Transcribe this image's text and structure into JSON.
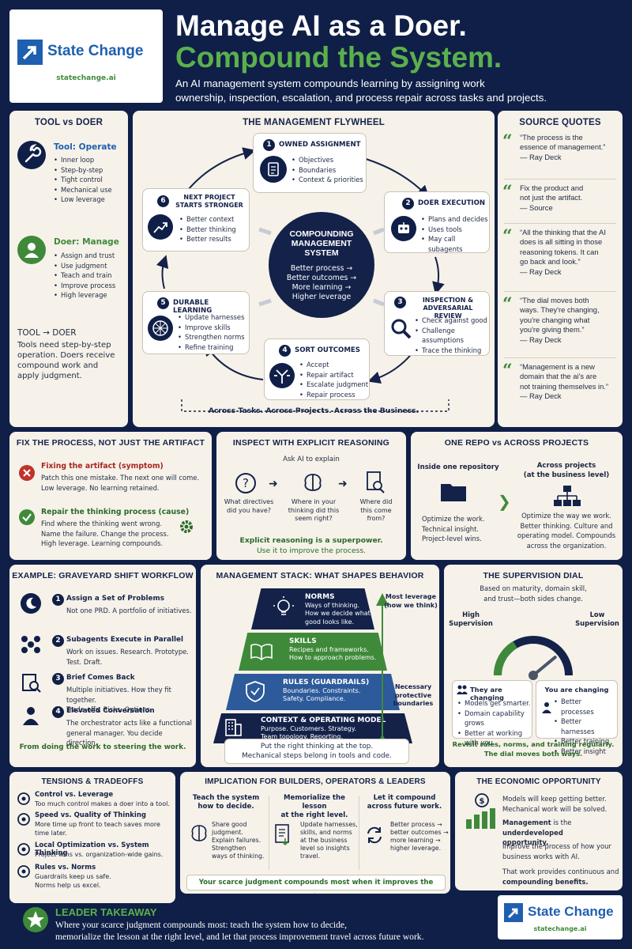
{
  "brand": {
    "name": "State Change",
    "url": "statechange.ai"
  },
  "header": {
    "title_line1": "Manage AI as a Doer.",
    "title_line2": "Compound the System.",
    "subtitle_line1": "An AI management system compounds learning by assigning work",
    "subtitle_line2": "ownership, inspection, escalation, and process repair across tasks and projects."
  },
  "tool_vs_doer": {
    "title": "TOOL vs DOER",
    "tool_heading": "Tool: Operate",
    "tool_items": [
      "Inner loop",
      "Step-by-step",
      "Tight control",
      "Mechanical use",
      "Low leverage"
    ],
    "doer_heading": "Doer: Manage",
    "doer_items": [
      "Assign and trust",
      "Use judgment",
      "Teach and train",
      "Improve process",
      "High leverage"
    ],
    "arrow_label": "TOOL → DOER",
    "summary": [
      "Tools need step-by-step",
      "operation. Doers receive",
      "compound work and",
      "apply judgment."
    ]
  },
  "flywheel": {
    "title": "THE MANAGEMENT FLYWHEEL",
    "center": {
      "title_lines": [
        "COMPOUNDING",
        "MANAGEMENT",
        "SYSTEM"
      ],
      "lines": [
        "Better process →",
        "Better outcomes →",
        "More learning →",
        "Higher leverage"
      ]
    },
    "steps": [
      {
        "num": "1",
        "title": "OWNED ASSIGNMENT",
        "items": [
          "Objectives",
          "Boundaries",
          "Context & priorities"
        ]
      },
      {
        "num": "2",
        "title": "DOER EXECUTION",
        "items": [
          "Plans and decides",
          "Uses tools",
          "May call subagents"
        ]
      },
      {
        "num": "3",
        "title_lines": [
          "INSPECTION &",
          "ADVERSARIAL REVIEW"
        ],
        "items": [
          "Check against good",
          "Challenge assumptions",
          "Trace the thinking"
        ]
      },
      {
        "num": "4",
        "title": "SORT OUTCOMES",
        "items": [
          "Accept",
          "Repair artifact",
          "Escalate judgment",
          "Repair process"
        ]
      },
      {
        "num": "5",
        "title": "DURABLE LEARNING",
        "items": [
          "Update harnesses",
          "Improve skills",
          "Strengthen norms",
          "Refine training"
        ]
      },
      {
        "num": "6",
        "title_lines": [
          "NEXT PROJECT",
          "STARTS STRONGER"
        ],
        "items": [
          "Better context",
          "Better thinking",
          "Better results"
        ]
      }
    ],
    "footer": "Across Tasks. Across Projects. Across the Business."
  },
  "source_quotes": {
    "title": "SOURCE QUOTES",
    "quotes": [
      {
        "lines": [
          "“The process is the",
          "essence of management.”",
          "— Ray Deck"
        ]
      },
      {
        "lines": [
          "Fix the product and",
          "not just the artifact.",
          "— Source"
        ]
      },
      {
        "lines": [
          "“All the thinking that the AI",
          "does is all sitting in those",
          "reasoning tokens. It can",
          "go back and look.”",
          "— Ray Deck"
        ]
      },
      {
        "lines": [
          "“The dial moves both",
          "ways. They're changing,",
          "you're changing what",
          "you're giving them.”",
          "— Ray Deck"
        ]
      },
      {
        "lines": [
          "“Management is a new",
          "domain that the ai's are",
          "not training themselves in.”",
          "— Ray Deck"
        ]
      }
    ]
  },
  "fix_process": {
    "title": "FIX THE PROCESS, NOT JUST THE ARTIFACT",
    "symptom_heading": "Fixing the artifact (symptom)",
    "symptom_lines": [
      "Patch this one mistake. The next one will come.",
      "Low leverage. No learning retained."
    ],
    "cause_heading": "Repair the thinking process (cause)",
    "cause_lines": [
      "Find where the thinking went wrong.",
      "Name the failure. Change the process.",
      "High leverage. Learning compounds."
    ]
  },
  "inspect": {
    "title": "INSPECT WITH EXPLICIT REASONING",
    "ask": "Ask AI to explain",
    "q1": [
      "What directives",
      "did you have?"
    ],
    "q2": [
      "Where in your",
      "thinking did this",
      "seem right?"
    ],
    "q3": [
      "Where did",
      "this come",
      "from?"
    ],
    "footer1": "Explicit reasoning is a superpower.",
    "footer2": "Use it to improve the process."
  },
  "repo": {
    "title": "ONE REPO vs ACROSS PROJECTS",
    "left_heading": "Inside one repository",
    "left_lines": [
      "Optimize the work.",
      "Technical insight.",
      "Project-level wins."
    ],
    "right_heading1": "Across projects",
    "right_heading2": "(at the business level)",
    "right_lines": [
      "Optimize the way we work.",
      "Better thinking. Culture and",
      "operating model. Compounds",
      "across the organization."
    ]
  },
  "graveyard": {
    "title": "EXAMPLE: GRAVEYARD SHIFT WORKFLOW",
    "steps": [
      {
        "num": "1",
        "heading": "Assign a Set of Problems",
        "lines": [
          "Not one PRD. A portfolio of initiatives."
        ]
      },
      {
        "num": "2",
        "heading": "Subagents Execute in Parallel",
        "lines": [
          "Work on issues. Research. Prototype.",
          "Test. Draft."
        ]
      },
      {
        "num": "3",
        "heading": "Brief Comes Back",
        "lines": [
          "Multiple initiatives. How they fit together.",
          "Trade-offs. Risks. Options."
        ]
      },
      {
        "num": "4",
        "heading": "Elevated Conversation",
        "lines": [
          "The orchestrator acts like a functional",
          "general manager. You decide direction."
        ]
      }
    ],
    "footer": "From doing the work to steering the work."
  },
  "stack": {
    "title": "MANAGEMENT STACK: WHAT SHAPES BEHAVIOR",
    "tiers": [
      {
        "heading": "NORMS",
        "lines": [
          "Ways of thinking.",
          "How we decide what",
          "good looks like."
        ]
      },
      {
        "heading": "SKILLS",
        "lines": [
          "Recipes and frameworks.",
          "How to approach problems."
        ]
      },
      {
        "heading": "RULES (GUARDRAILS)",
        "lines": [
          "Boundaries. Constraints.",
          "Safety. Compliance."
        ]
      },
      {
        "heading": "CONTEXT & OPERATING MODEL",
        "lines": [
          "Purpose. Customers. Strategy.",
          "Team topology. Reporting."
        ]
      }
    ],
    "top_label": [
      "Most leverage",
      "(how we think)"
    ],
    "bottom_label": [
      "Necessary",
      "protective",
      "boundaries"
    ],
    "footer1": "Put the right thinking at the top.",
    "footer2": "Mechanical steps belong in tools and code."
  },
  "dial": {
    "title": "THE SUPERVISION DIAL",
    "subtitle": [
      "Based on maturity, domain skill,",
      "and trust—both sides change."
    ],
    "high": [
      "High",
      "Supervision"
    ],
    "low": [
      "Low",
      "Supervision"
    ],
    "level": 0.78,
    "they_heading": "They are changing",
    "they_items": [
      "Models get smarter.",
      "Domain capability grows",
      "Better at working with you"
    ],
    "you_heading": "You are changing",
    "you_items": [
      "Better processes",
      "Better harnesses",
      "Better training",
      "Better insight"
    ],
    "footer1": "Revisit rules, norms, and training regularly.",
    "footer2": "The dial moves both ways."
  },
  "tensions": {
    "title": "TENSIONS & TRADEOFFS",
    "items": [
      {
        "heading": "Control vs. Leverage",
        "lines": [
          "Too much control makes a doer into a tool."
        ]
      },
      {
        "heading": "Speed vs. Quality of Thinking",
        "lines": [
          "More time up front to teach saves more",
          "time later."
        ]
      },
      {
        "heading": "Local Optimization vs. System Thinking",
        "lines": [
          "Project wins vs. organization-wide gains."
        ]
      },
      {
        "heading": "Rules vs. Norms",
        "lines": [
          "Guardrails keep us safe.",
          "Norms help us excel."
        ]
      }
    ]
  },
  "implication": {
    "title": "IMPLICATION FOR BUILDERS, OPERATORS & LEADERS",
    "cols": [
      {
        "heading": [
          "Teach the system",
          "how to decide."
        ],
        "lines": [
          "Share good",
          "judgment.",
          "Explain failures.",
          "Strengthen",
          "ways of thinking."
        ]
      },
      {
        "heading": [
          "Memorialize the lesson",
          "at the right level."
        ],
        "lines": [
          "Update harnesses,",
          "skills, and norms",
          "at the business",
          "level so insights",
          "travel."
        ]
      },
      {
        "heading": [
          "Let it compound",
          "across future work."
        ],
        "lines": [
          "Better process →",
          "better outcomes →",
          "more learning →",
          "higher leverage."
        ]
      }
    ],
    "footer": "Your scarce judgment compounds most when it improves the system."
  },
  "economic": {
    "title": "THE ECONOMIC OPPORTUNITY",
    "p1": [
      "Models will keep getting better.",
      "Mechanical work will be solved."
    ],
    "p2_bold": "Management",
    "p2_rest": "is the",
    "p2_line2": "underdeveloped",
    "p2_line3": "opportunity.",
    "p3": [
      "Improve the process of how your",
      "business works with AI."
    ],
    "p4": [
      "That work provides continuous and"
    ],
    "p4_bold": "compounding benefits."
  },
  "takeaway": {
    "title": "LEADER TAKEAWAY",
    "line1": "Where your scarce judgment compounds most: teach the system how to decide,",
    "line2": "memorialize the lesson at the right level, and let that process improvement travel across future work."
  },
  "colors": {
    "navy": "#0f1f47",
    "green": "#3f8a3a",
    "cream": "#f6f2e9",
    "red": "#c0322b",
    "accent_blue": "#1f5fb0"
  }
}
